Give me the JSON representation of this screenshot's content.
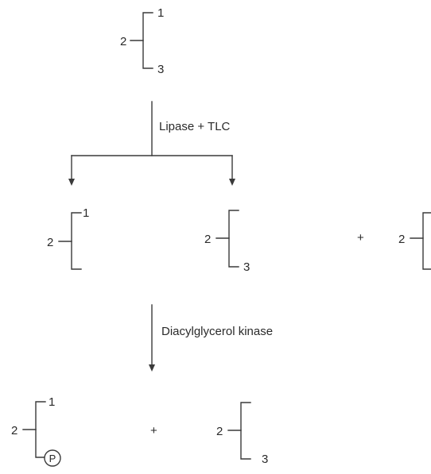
{
  "diagram": {
    "steps": [
      {
        "label": "Lipase + TLC"
      },
      {
        "label": "Diacylglycerol kinase"
      }
    ],
    "glyceride_labels": {
      "sn2": "2",
      "sn1": "1",
      "sn3": "3",
      "phosphate": "P"
    },
    "plus": "+"
  }
}
